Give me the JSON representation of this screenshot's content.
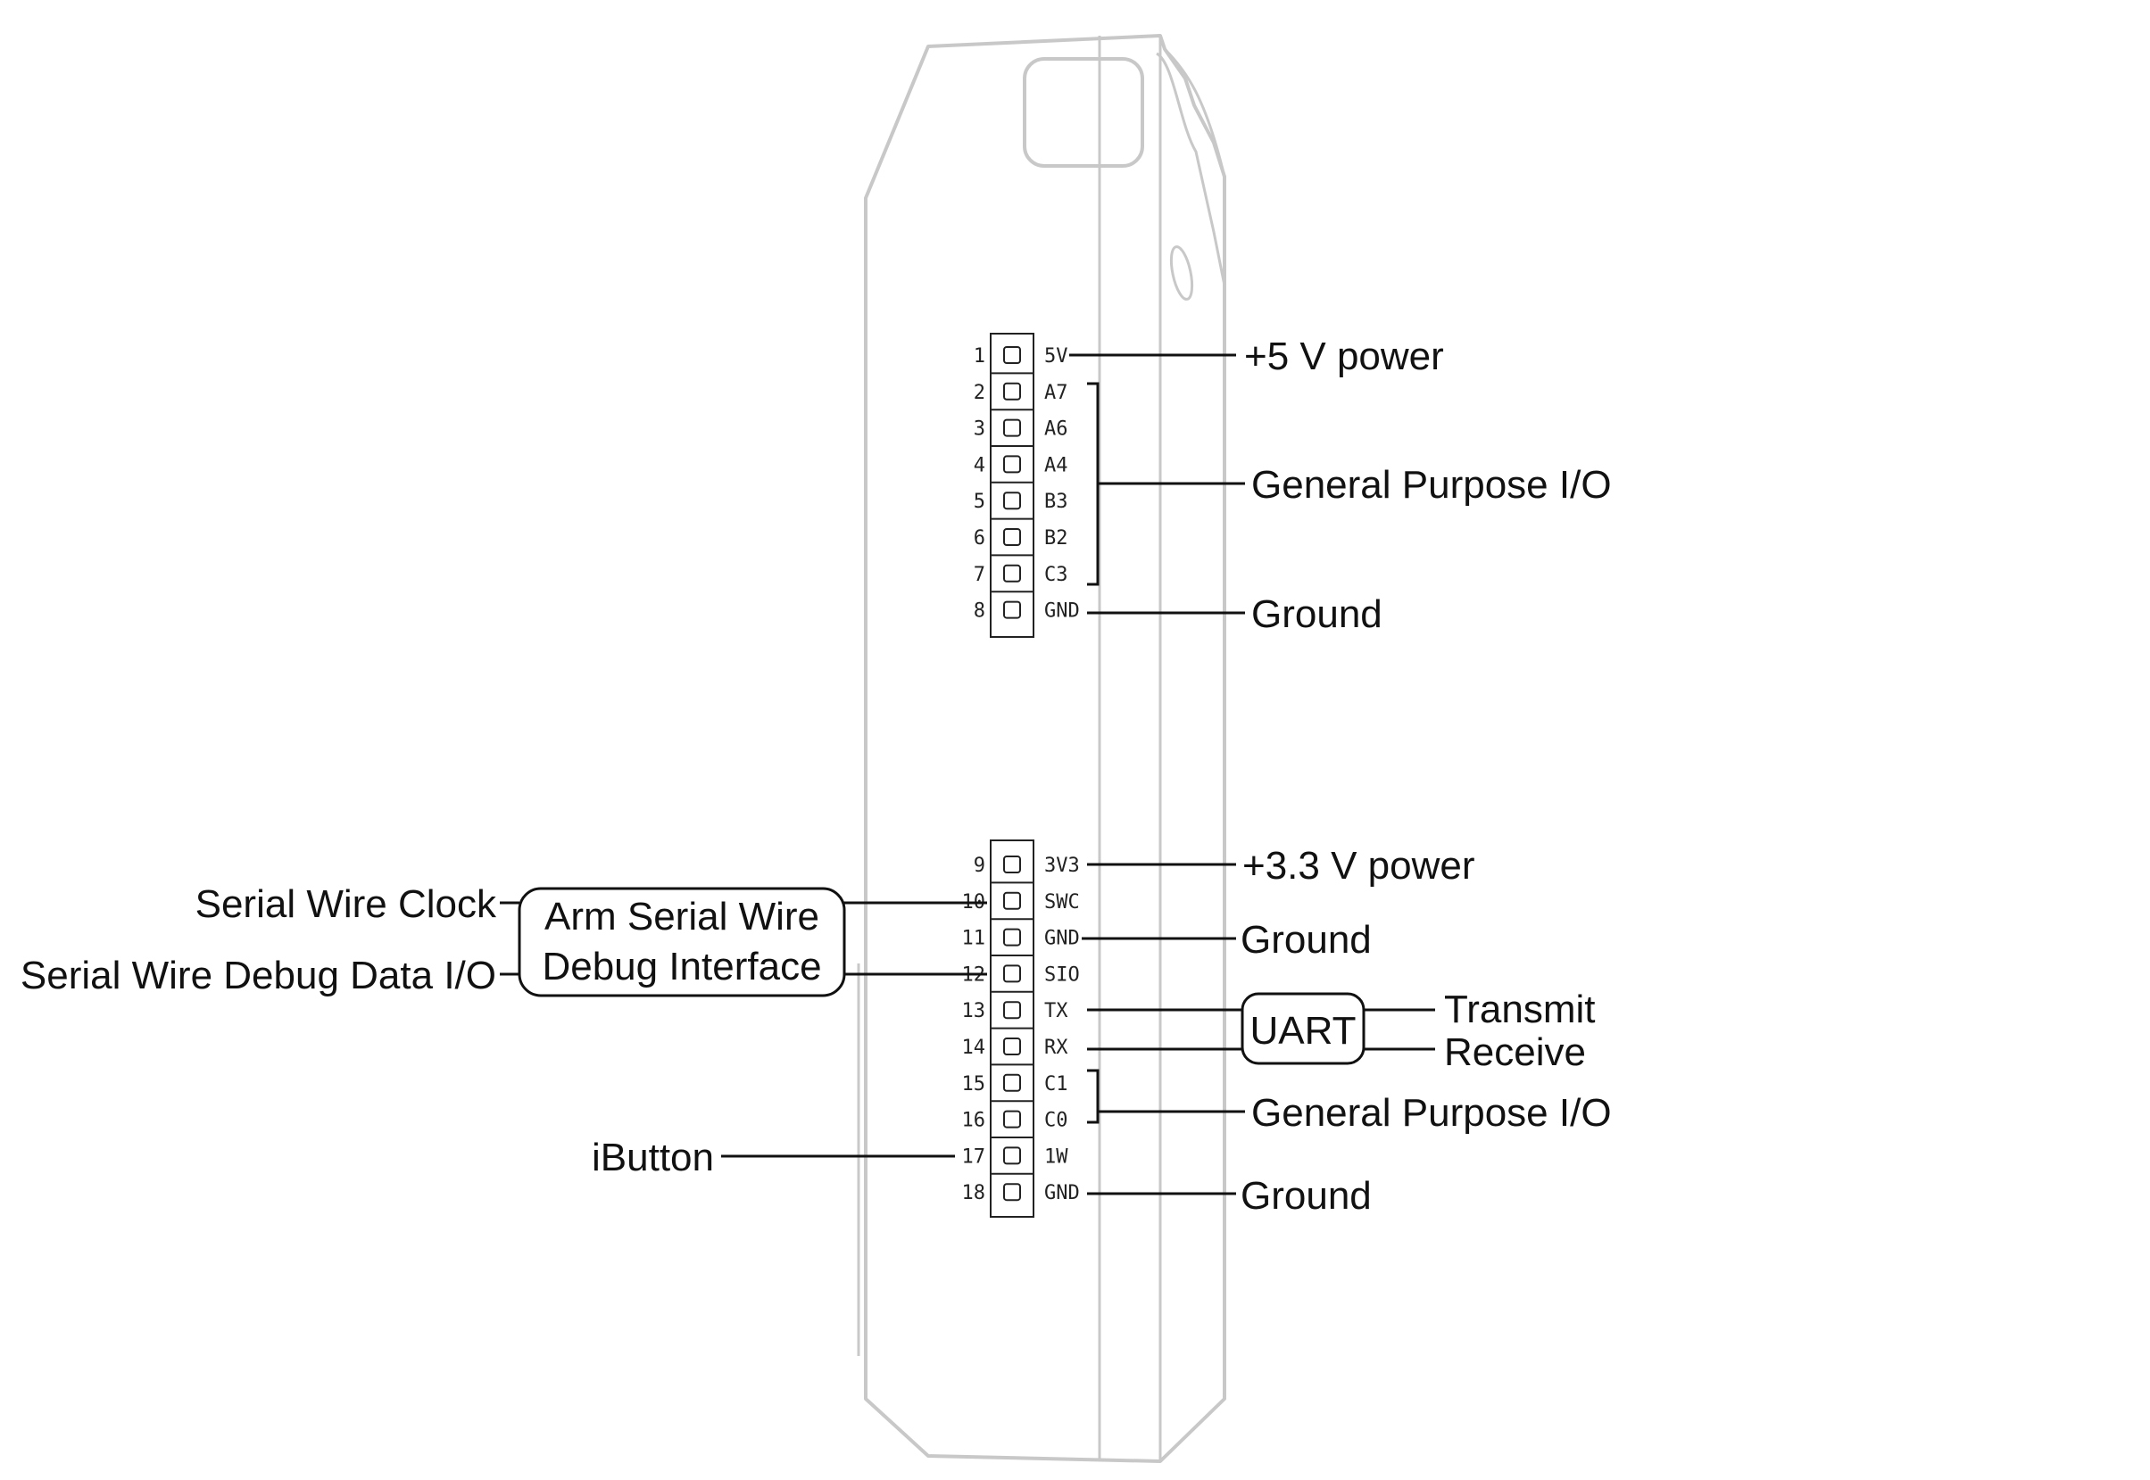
{
  "pins": [
    {
      "num": "1",
      "name": "5V"
    },
    {
      "num": "2",
      "name": "A7"
    },
    {
      "num": "3",
      "name": "A6"
    },
    {
      "num": "4",
      "name": "A4"
    },
    {
      "num": "5",
      "name": "B3"
    },
    {
      "num": "6",
      "name": "B2"
    },
    {
      "num": "7",
      "name": "C3"
    },
    {
      "num": "8",
      "name": "GND"
    },
    {
      "num": "9",
      "name": "3V3"
    },
    {
      "num": "10",
      "name": "SWC"
    },
    {
      "num": "11",
      "name": "GND"
    },
    {
      "num": "12",
      "name": "SIO"
    },
    {
      "num": "13",
      "name": "TX"
    },
    {
      "num": "14",
      "name": "RX"
    },
    {
      "num": "15",
      "name": "C1"
    },
    {
      "num": "16",
      "name": "C0"
    },
    {
      "num": "17",
      "name": "1W"
    },
    {
      "num": "18",
      "name": "GND"
    }
  ],
  "labels": {
    "power_5v": "+5 V power",
    "gpio_top": "General Purpose I/O",
    "ground_top": "Ground",
    "power_3v3": "+3.3 V power",
    "ground_mid": "Ground",
    "transmit": "Transmit",
    "receive": "Receive",
    "uart": "UART",
    "gpio_bottom": "General Purpose I/O",
    "ground_bottom": "Ground",
    "swd_clock": "Serial Wire Clock",
    "swd_data": "Serial Wire Debug Data I/O",
    "swd_box_line1": "Arm Serial Wire",
    "swd_box_line2": "Debug Interface",
    "ibutton": "iButton"
  }
}
